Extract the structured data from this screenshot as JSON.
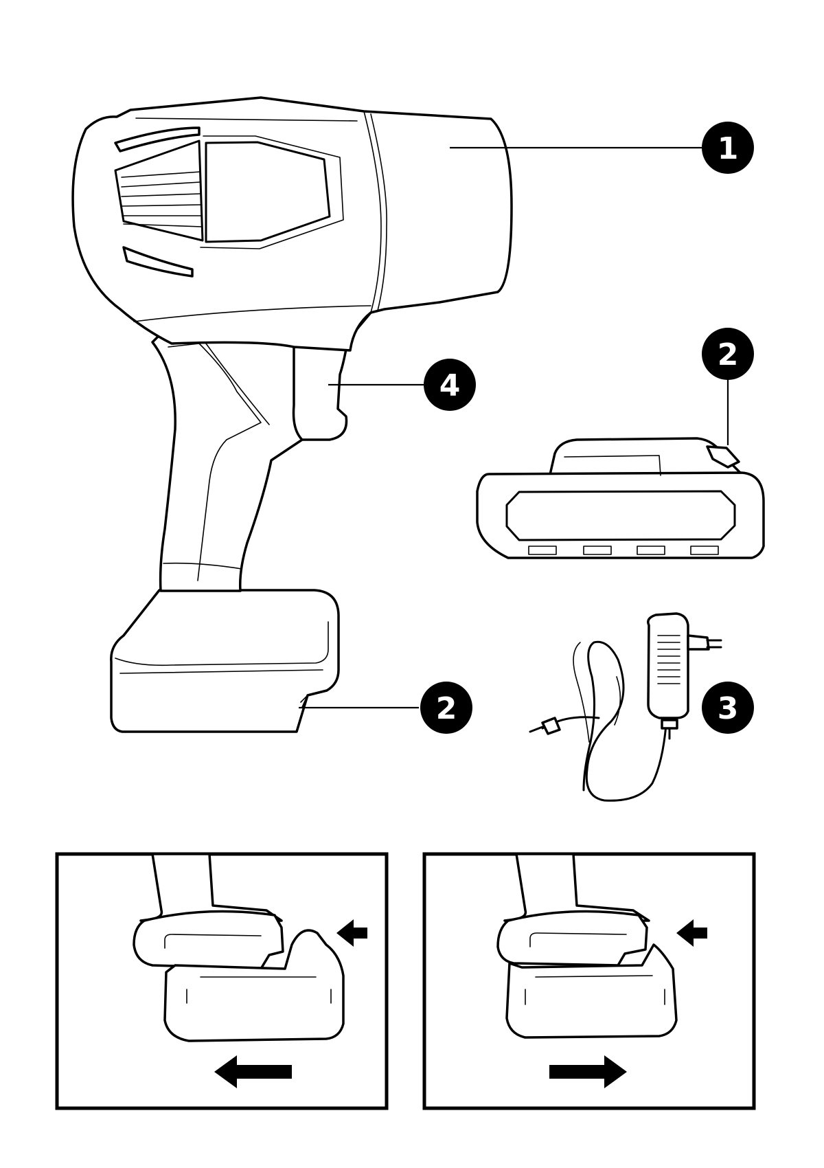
{
  "callouts": {
    "c1": "1",
    "c2_battery": "2",
    "c2_tool": "2",
    "c3": "3",
    "c4": "4"
  },
  "colors": {
    "ink": "#000000",
    "paper": "#ffffff"
  }
}
